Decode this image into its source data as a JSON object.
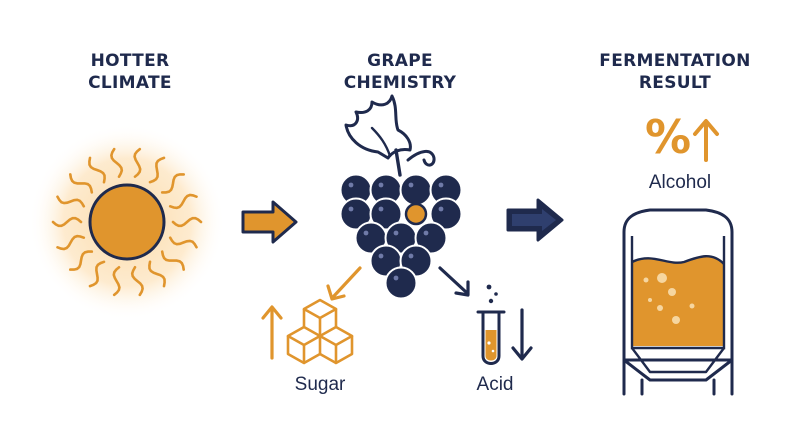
{
  "colors": {
    "navy": "#1f2a4d",
    "orange": "#e0952d",
    "orange_light": "#f2b35f",
    "glow": "#fbd9a6"
  },
  "columns": {
    "climate": {
      "line1": "HOTTER",
      "line2": "CLIMATE"
    },
    "chemistry": {
      "line1": "GRAPE",
      "line2": "CHEMISTRY"
    },
    "fermentation": {
      "line1": "FERMENTATION",
      "line2": "RESULT"
    }
  },
  "labels": {
    "sugar": "Sugar",
    "acid": "Acid",
    "alcohol": "Alcohol",
    "percent_symbol": "%"
  },
  "icons": {
    "sun": "sun-icon",
    "grapes": "grape-cluster-icon",
    "sugar": "sugar-cubes-icon",
    "acid": "test-tube-icon",
    "tank": "fermentation-tank-icon",
    "arrow": "right-arrow-icon"
  }
}
